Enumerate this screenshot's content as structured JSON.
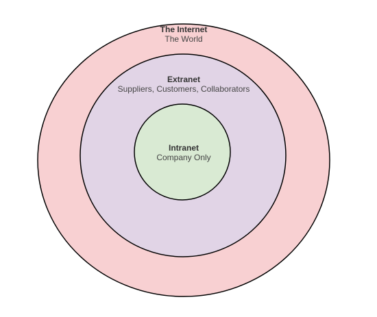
{
  "diagram": {
    "rings": [
      {
        "id": "internet",
        "title": "The Internet",
        "subtitle": "The World",
        "fill": "#f8d0d2"
      },
      {
        "id": "extranet",
        "title": "Extranet",
        "subtitle": "Suppliers, Customers, Collaborators",
        "fill": "#e1d4e6"
      },
      {
        "id": "intranet",
        "title": "Intranet",
        "subtitle": "Company Only",
        "fill": "#d9ead3"
      }
    ],
    "stroke_color": "#000000"
  }
}
